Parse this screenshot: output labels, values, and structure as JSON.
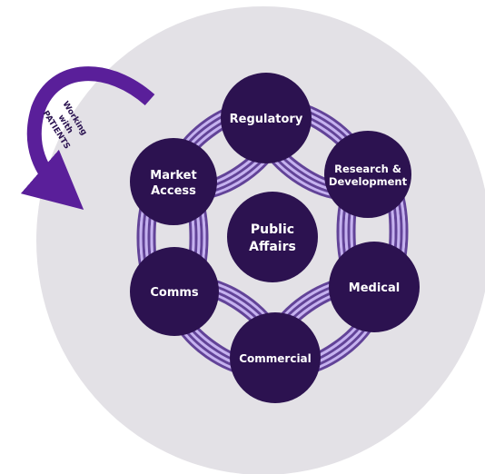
{
  "diagram": {
    "arrow_label": [
      "Working",
      "with",
      "PATIENTS"
    ],
    "center": {
      "id": "public-affairs",
      "lines": [
        "Public",
        "Affairs"
      ]
    },
    "nodes": [
      {
        "id": "regulatory",
        "lines": [
          "Regulatory"
        ]
      },
      {
        "id": "research-development",
        "lines": [
          "Research &",
          "Development"
        ]
      },
      {
        "id": "medical",
        "lines": [
          "Medical"
        ]
      },
      {
        "id": "commercial",
        "lines": [
          "Commercial"
        ]
      },
      {
        "id": "comms",
        "lines": [
          "Comms"
        ]
      },
      {
        "id": "market-access",
        "lines": [
          "Market",
          "Access"
        ]
      }
    ]
  },
  "colors": {
    "background_circle": "#e3e1e6",
    "node_fill": "#2c1250",
    "ribbon_dark": "#5b3a94",
    "ribbon_light": "#c3aef0",
    "arrow": "#5a1f9a"
  }
}
